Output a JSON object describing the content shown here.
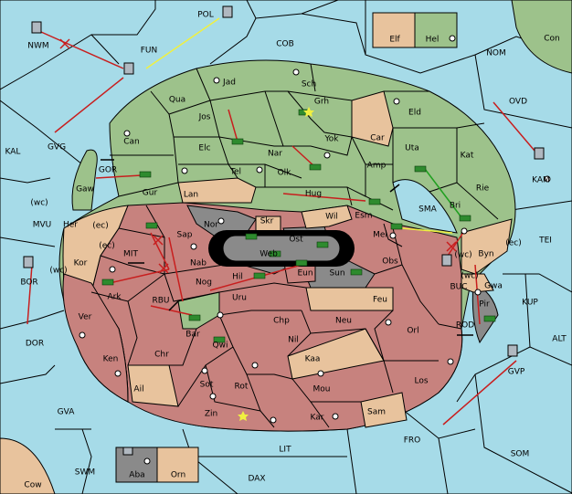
{
  "colors": {
    "sea": "#a6dbe8",
    "green": "#9dc28b",
    "brown": "#c7827e",
    "tan": "#e8c39d",
    "gray": "#8a8a8a",
    "attack": "#c81e1e",
    "support": "#f0f040",
    "convoy": "#20a020"
  },
  "labels": {
    "pol": "POL",
    "nwm": "NWM",
    "fun": "FUN",
    "cob": "COB",
    "nom": "NOM",
    "con": "Con",
    "elf": "Elf",
    "hel": "Hel",
    "ovd": "OVD",
    "kal": "KAL",
    "gvg": "GVG",
    "kam": "KAM",
    "mvu": "MVU",
    "bor": "BOR",
    "dor": "DOR",
    "tei": "TEI",
    "kup": "KUP",
    "alt": "ALT",
    "gva": "GVA",
    "fro": "FRO",
    "som": "SOM",
    "swm": "SWM",
    "lit": "LIT",
    "dax": "DAX",
    "cow": "Cow",
    "aba": "Aba",
    "orn": "Orn",
    "gvp": "GVP",
    "buc": "BUC",
    "rod": "ROD",
    "jad": "Jad",
    "sch": "Sch",
    "qua": "Qua",
    "jos": "Jos",
    "grh": "Grh",
    "eld": "Eld",
    "can": "Can",
    "car": "Car",
    "yok": "Yok",
    "elc": "Elc",
    "nar": "Nar",
    "uta": "Uta",
    "kat": "Kat",
    "amp": "Amp",
    "tel": "Tel",
    "olk": "Olk",
    "gor": "GOR",
    "gaw": "Gaw",
    "gur": "Gur",
    "rie": "Rie",
    "lan": "Lan",
    "hug": "Hug",
    "esm": "Esm",
    "sma": "SMA",
    "bri": "Bri",
    "wil": "Wil",
    "nor": "Nor",
    "skr": "Skr",
    "ost": "Ost",
    "mel": "Mel",
    "byn": "Byn",
    "her": "Her",
    "ec1": "(ec)",
    "wc1": "(wc)",
    "sap": "Sap",
    "web": "Web",
    "mit": "MIT",
    "kor": "Kor",
    "ec2": "(ec)",
    "wc2": "(wc)",
    "nab": "Nab",
    "hil": "Hil",
    "eun": "Eun",
    "sun": "Sun",
    "obs": "Obs",
    "gwa": "Gwa",
    "ec3": "(ec)",
    "wc3": "(wc)",
    "wc4": "(wc)",
    "nog": "Nog",
    "ark": "Ark",
    "rbu": "RBU",
    "uru": "Uru",
    "feu": "Feu",
    "pir": "Pir",
    "ver": "Ver",
    "bar": "Bar",
    "chp": "Chp",
    "neu": "Neu",
    "orl": "Orl",
    "qwi": "Qwi",
    "nil": "Nil",
    "ken": "Ken",
    "chr": "Chr",
    "kaa": "Kaa",
    "ail": "Ail",
    "sot": "Sot",
    "rot": "Rot",
    "mou": "Mou",
    "los": "Los",
    "zin": "Zin",
    "kar": "Kar",
    "sam": "Sam"
  }
}
